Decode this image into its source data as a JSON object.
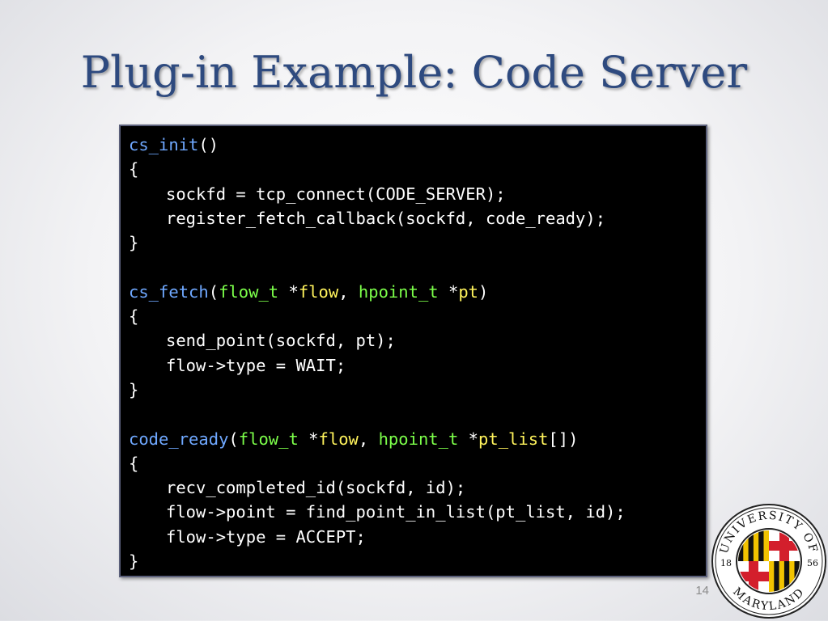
{
  "slide": {
    "title": "Plug-in Example: Code Server",
    "page_number": "14"
  },
  "code": {
    "l1_fn": "cs_init",
    "l1_rest": "()",
    "open": "{",
    "close": "}",
    "l3": "sockfd = tcp_connect(CODE_SERVER);",
    "l4": "register_fetch_callback(sockfd, code_ready);",
    "l7_fn": "cs_fetch",
    "paren_open": "(",
    "flow_type": "flow_t",
    "star_flow": " *",
    "flow_id": "flow",
    "comma": ", ",
    "hpoint_type": "hpoint_t",
    "star_pt": " *",
    "pt_id": "pt",
    "paren_close": ")",
    "l9": "send_point(sockfd, pt);",
    "l10": "flow->type = WAIT;",
    "l13_fn": "code_ready",
    "pt_list_id": "pt_list",
    "brackets_close": "[])",
    "l15": "recv_completed_id(sockfd, id);",
    "l16": "flow->point = find_point_in_list(pt_list, id);",
    "l17": "flow->type = ACCEPT;"
  },
  "logo": {
    "top_text": "UNIVERSITY OF",
    "bottom_text": "MARYLAND",
    "year_left": "18",
    "year_right": "56"
  },
  "colors": {
    "title": "#2e4a7f",
    "function_name": "#6fa8ff",
    "type_name": "#7cff4a",
    "identifier": "#fff35c",
    "code_bg": "#000000"
  }
}
